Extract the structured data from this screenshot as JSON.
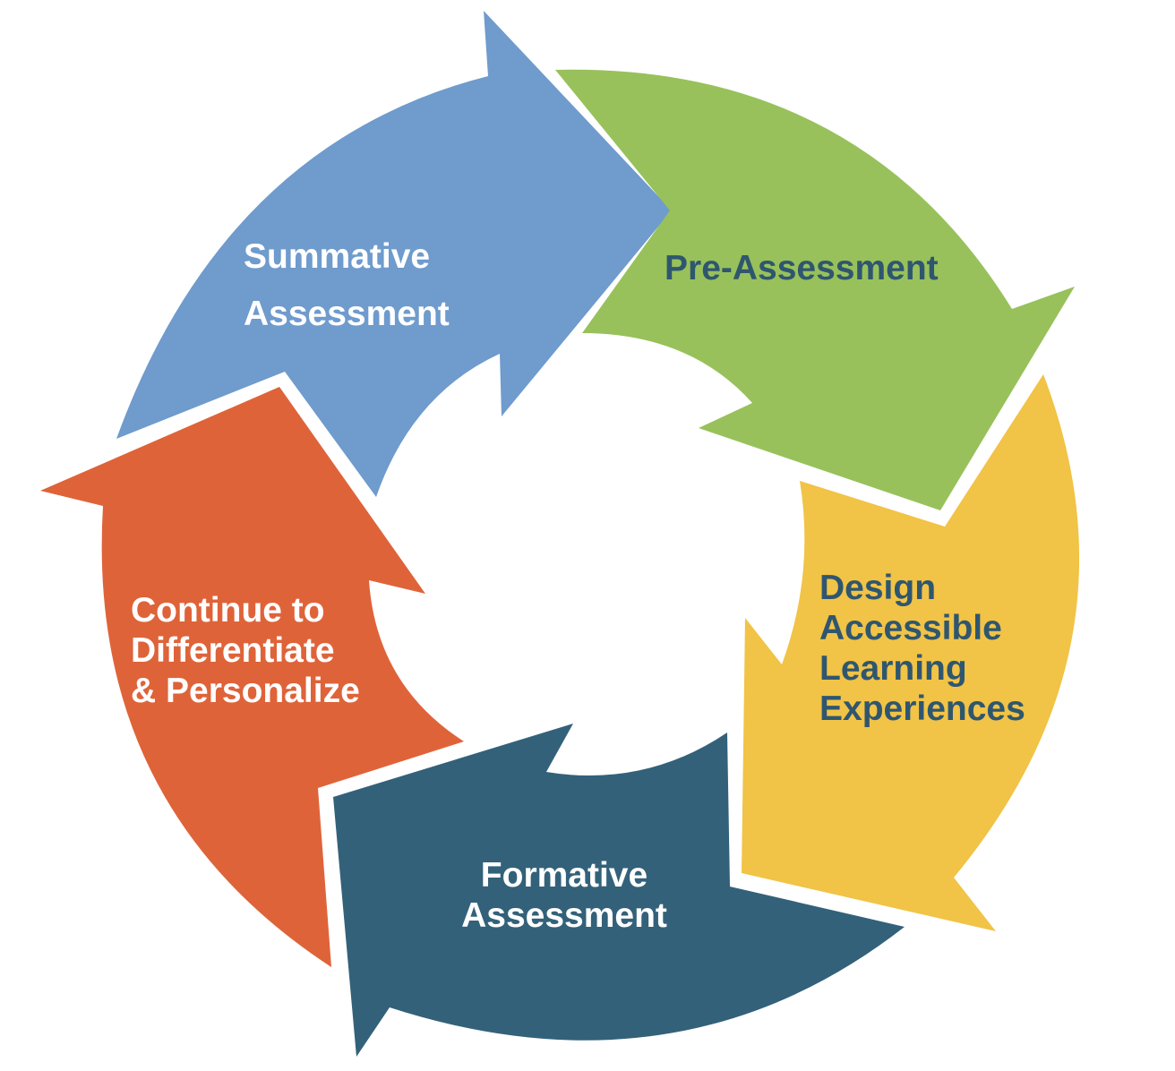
{
  "diagram": {
    "type": "cycle",
    "stages": [
      {
        "id": "pre",
        "lines": [
          "Pre-Assessment"
        ],
        "color": "#98c15b"
      },
      {
        "id": "design",
        "lines": [
          "Design",
          "Accessible",
          "Learning",
          "Experiences"
        ],
        "color": "#f1c346"
      },
      {
        "id": "formative",
        "lines": [
          "Formative",
          "Assessment"
        ],
        "color": "#33617a"
      },
      {
        "id": "differentiate",
        "lines": [
          "Continue to",
          "Differentiate",
          "& Personalize"
        ],
        "color": "#df6339"
      },
      {
        "id": "summative",
        "lines": [
          "Summative",
          "Assessment"
        ],
        "color": "#6f9bcd"
      }
    ]
  }
}
